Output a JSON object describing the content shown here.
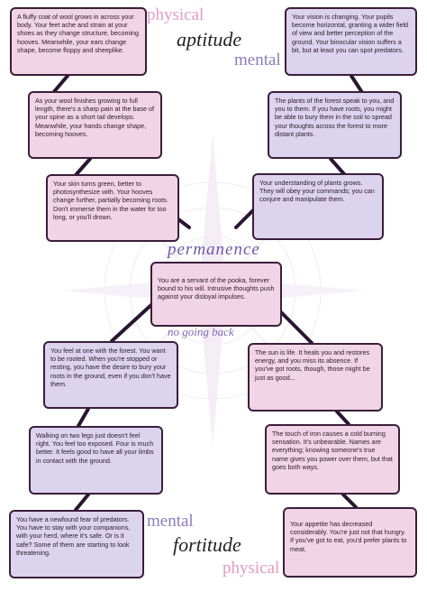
{
  "labels": {
    "physical_top": "physical",
    "aptitude": "aptitude",
    "mental_top": "mental",
    "permanence": "permanence",
    "no_going_back": "no going back",
    "mental_bottom": "mental",
    "fortitude": "fortitude",
    "physical_bottom": "physical"
  },
  "cards": {
    "left_1": "A fluffy coat of wool grows in across your body. Your feet ache and strain at your shoes as they change structure, becoming hooves. Meanwhile, your ears change shape, become floppy and sheeplike.",
    "left_2": "As your wool finishes growing to full length, there's a sharp pain at the base of your spine as a short tail develops. Meanwhile, your hands change shape, becoming hooves.",
    "left_3": "Your skin turns green, better to photosynthesize with. Your hooves change further, partially becoming roots. Don't immerse them in the water for too long, or you'll drown.",
    "right_1": "Your vision is changing. Your pupils become horizontal, granting a wider field of view and better perception of the ground. Your binocular vision suffers a bit, but at least you can spot predators.",
    "right_2": "The plants of the forest speak to you, and you to them. If you have roots, you might be able to bury them in the soil to spread your thoughts across the forest to more distant plants.",
    "right_3": "Your understanding of plants grows. They will obey your commands; you can conjure and manipulate them.",
    "center": "You are a servant of the pooka, forever bound to his will. Intrusive thoughts push against your disloyal impulses.",
    "left_4": "You feel at one with the forest. You want to be rooted. When you're stopped or resting, you have the desire to bury your roots in the ground, even if you don't have them.",
    "left_5": "Walking on two legs just doesn't feel right. You feel too exposed. Four is much better. It feels good to have all your limbs in contact with the ground.",
    "left_6": "You have a newfound fear of predators. You have to stay with your companions, with your herd, where it's safe. Or is it safe? Some of them are starting to look threatening.",
    "right_4": "The sun is life. It heals you and restores energy, and you miss its absence. If you've got roots, though, those might be just as good...",
    "right_5": "The touch of iron causes a cold burning sensation. It's unbearable. Names are everything; knowing someone's true name gives you power over them, but that goes both ways.",
    "right_6": "Your appetite has decreased considerably. You're just not that hungry. If you've got to eat, you'd prefer plants to meat."
  },
  "colors": {
    "physical_fill": "#f1d4e6",
    "mental_fill": "#dcd3ee",
    "border": "#3a1f3a",
    "connector": "#2a1630",
    "physical_label": "#e49ac3",
    "mental_label": "#8a7cc0"
  }
}
